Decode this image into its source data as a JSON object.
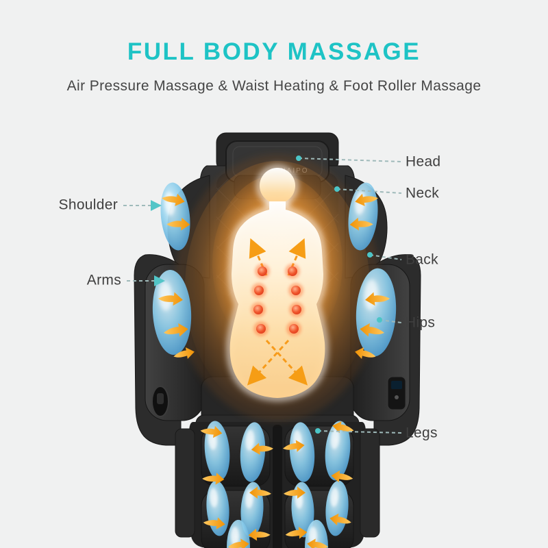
{
  "header": {
    "title": "FULL BODY MASSAGE",
    "subtitle": "Air Pressure Massage & Waist Heating & Foot Roller Massage"
  },
  "chair": {
    "brand": "NAIPO"
  },
  "labels": {
    "shoulder": "Shoulder",
    "arms": "Arms",
    "head": "Head",
    "neck": "Neck",
    "back": "Back",
    "hips": "Hips",
    "legs": "Legs"
  },
  "colors": {
    "background": "#f0f1f1",
    "title_teal": "#1ec3c5",
    "subtitle_gray": "#454545",
    "label_gray": "#3f3f3f",
    "airbag_blue": "#8ccdeb",
    "arrow_orange": "#f69d15",
    "massage_node_red": "#f0562b",
    "leader_line": "#9fbaba",
    "chair_dark": "#262626"
  }
}
